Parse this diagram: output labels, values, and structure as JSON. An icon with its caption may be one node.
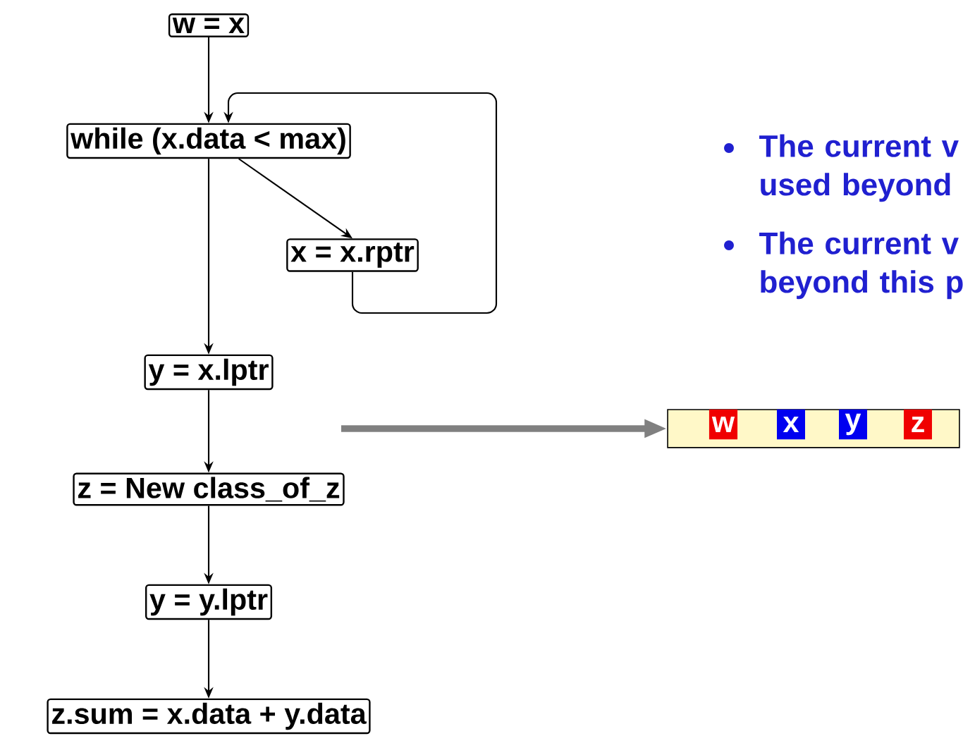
{
  "diagram": {
    "nodes": [
      {
        "text": [
          "w = x"
        ]
      },
      {
        "text": [
          "while (x.data < max)"
        ]
      },
      {
        "text": [
          "x = x.rptr"
        ]
      },
      {
        "text": [
          "y = x.lptr"
        ]
      },
      {
        "text": [
          "z = New  class_of_z"
        ]
      },
      {
        "text": [
          "y = y.lptr"
        ]
      },
      {
        "text": [
          "z.sum = x.data + y.data"
        ]
      },
      {
        "text": [],
        "shape": "box"
      },
      {
        "text": [
          "w"
        ],
        "in": 7
      },
      {
        "text": [
          "x"
        ],
        "in": 7
      },
      {
        "text": [
          "y"
        ],
        "in": 7
      },
      {
        "text": [
          "z"
        ],
        "in": 7
      }
    ],
    "edges": [
      {
        "from": 0,
        "to": 1,
        "arrow": "to"
      },
      {
        "from": 1,
        "to": 2,
        "arrow": "to"
      },
      {
        "from": 2,
        "to": 1,
        "arrow": "to"
      },
      {
        "from": 1,
        "to": 3,
        "arrow": "to"
      },
      {
        "from": 3,
        "to": 4,
        "arrow": "to"
      },
      {
        "from": 4,
        "to": 5,
        "arrow": "to"
      },
      {
        "from": 5,
        "to": 6,
        "arrow": "to"
      },
      {
        "from": null,
        "to": 7,
        "arrow": "to",
        "style": "thick",
        "color": "#808080"
      }
    ],
    "labels": [
      "The current v used beyond",
      "The current v beyond this p"
    ]
  }
}
